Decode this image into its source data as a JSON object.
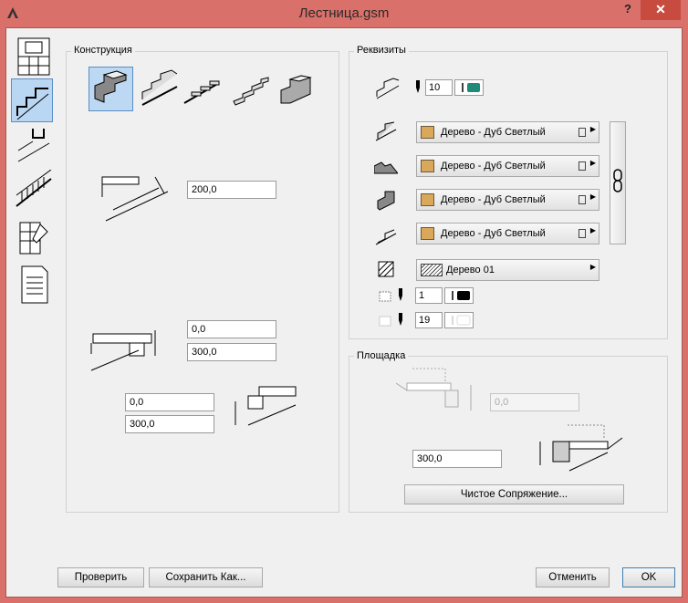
{
  "window": {
    "title": "Лестница.gsm",
    "help": "?",
    "close": "✕"
  },
  "colors": {
    "titlebar": "#d9706a",
    "material": "#d9a85b",
    "pen": "#1f8a7a"
  },
  "construction": {
    "label": "Конструкция",
    "fields": {
      "thickness": "200,0",
      "top_a": "0,0",
      "top_b": "300,0",
      "bottom_a": "0,0",
      "bottom_b": "300,0"
    }
  },
  "attributes": {
    "label": "Реквизиты",
    "pen_value": "10",
    "materials": [
      "Дерево - Дуб Светлый",
      "Дерево - Дуб Светлый",
      "Дерево - Дуб Светлый",
      "Дерево - Дуб Светлый"
    ],
    "fill": "Дерево 01",
    "fill_pen": "1",
    "fill_bg_pen": "19"
  },
  "landing": {
    "label": "Площадка",
    "field_disabled": "0,0",
    "field": "300,0",
    "button": "Чистое Сопряжение..."
  },
  "footer": {
    "check": "Проверить",
    "save_as": "Сохранить Как...",
    "cancel": "Отменить",
    "ok": "OK"
  }
}
